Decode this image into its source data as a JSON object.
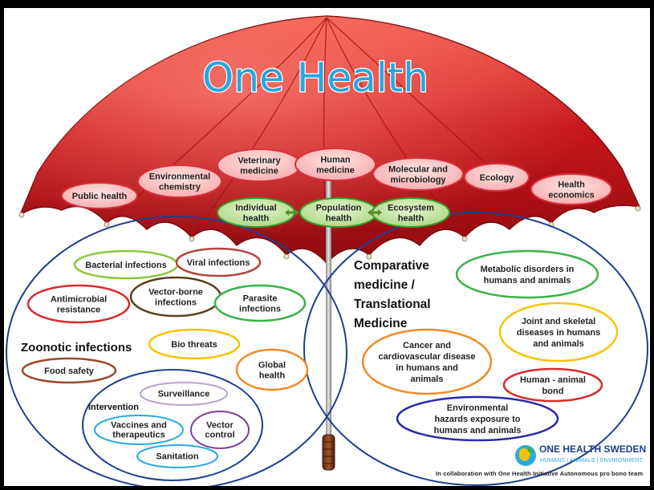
{
  "title": "One Health",
  "disciplines": [
    {
      "id": "public-health",
      "lines": [
        "Public health"
      ]
    },
    {
      "id": "environmental-chemistry",
      "lines": [
        "Environmental",
        "chemistry"
      ]
    },
    {
      "id": "veterinary-medicine",
      "lines": [
        "Veterinary",
        "medicine"
      ]
    },
    {
      "id": "human-medicine",
      "lines": [
        "Human",
        "medicine"
      ]
    },
    {
      "id": "molecular-microbiology",
      "lines": [
        "Molecular and",
        "microbiology"
      ]
    },
    {
      "id": "ecology",
      "lines": [
        "Ecology"
      ]
    },
    {
      "id": "health-economics",
      "lines": [
        "Health",
        "economics"
      ]
    }
  ],
  "levels": [
    {
      "id": "individual-health",
      "lines": [
        "Individual",
        "health"
      ]
    },
    {
      "id": "population-health",
      "lines": [
        "Population",
        "health"
      ]
    },
    {
      "id": "ecosystem-health",
      "lines": [
        "Ecosystem",
        "health"
      ]
    }
  ],
  "zoonotic": {
    "heading": "Zoonotic infections",
    "items": [
      {
        "id": "bacterial-infections",
        "lines": [
          "Bacterial  infections"
        ],
        "color": "#8cc63f"
      },
      {
        "id": "viral-infections",
        "lines": [
          "Viral infections"
        ],
        "color": "#b2453f"
      },
      {
        "id": "vector-borne-infections",
        "lines": [
          "Vector-borne",
          "infections"
        ],
        "color": "#5a3e1b"
      },
      {
        "id": "parasite-infections",
        "lines": [
          "Parasite",
          "infections"
        ],
        "color": "#37b34a"
      },
      {
        "id": "antimicrobial-resistance",
        "lines": [
          "Antimicrobial",
          "resistance"
        ],
        "color": "#d92b2b"
      },
      {
        "id": "bio-threats",
        "lines": [
          "Bio threats"
        ],
        "color": "#f5c400"
      },
      {
        "id": "global-health",
        "lines": [
          "Global",
          "health"
        ],
        "color": "#f08a24"
      },
      {
        "id": "food-safety",
        "lines": [
          "Food safety"
        ],
        "color": "#9c4a2e"
      }
    ],
    "intervention": {
      "heading": "Intervention",
      "items": [
        {
          "id": "surveillance",
          "lines": [
            "Surveillance"
          ],
          "color": "#b9a3cf"
        },
        {
          "id": "vaccines-therapeutics",
          "lines": [
            "Vaccines and",
            "therapeutics"
          ],
          "color": "#2aa9e0"
        },
        {
          "id": "vector-control",
          "lines": [
            "Vector",
            "control"
          ],
          "color": "#7b3fa0"
        },
        {
          "id": "sanitation",
          "lines": [
            "Sanitation"
          ],
          "color": "#2aa9e0"
        }
      ]
    }
  },
  "comparative": {
    "heading": [
      "Comparative",
      "medicine /",
      "Translational",
      "Medicine"
    ],
    "items": [
      {
        "id": "metabolic-disorders",
        "lines": [
          "Metabolic disorders in",
          "humans and animals"
        ],
        "color": "#37b34a"
      },
      {
        "id": "joint-skeletal",
        "lines": [
          "Joint and skeletal",
          "diseases in humans",
          "and animals"
        ],
        "color": "#f5c400"
      },
      {
        "id": "cancer-cardiovascular",
        "lines": [
          "Cancer and",
          "cardiovascular disease",
          "in humans and",
          "animals"
        ],
        "color": "#f08a24"
      },
      {
        "id": "human-animal-bond",
        "lines": [
          "Human - animal",
          "bond"
        ],
        "color": "#d92b2b"
      },
      {
        "id": "environmental-hazards",
        "lines": [
          "Environmental",
          "hazards exposure to",
          "humans and animals"
        ],
        "color": "#2a2aa8"
      }
    ]
  },
  "logo": {
    "name": "ONE HEALTH SWEDEN",
    "tagline": "HUMANS | ANIMALS | ENVIRONMENT",
    "credit": "In collaboration with One Health Initiative Autonomous pro bono team"
  }
}
